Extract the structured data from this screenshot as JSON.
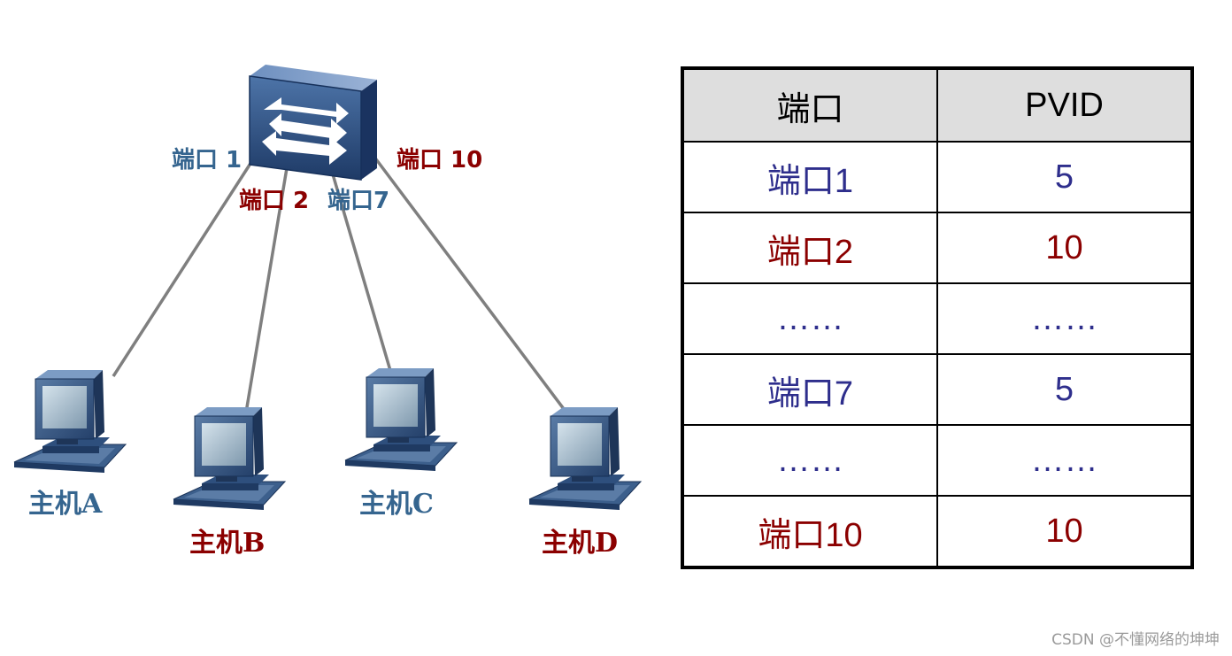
{
  "colors": {
    "blue": "#35658f",
    "red": "#8b0000",
    "tableBlue": "#2e2e8c",
    "line": "#7f7f7f"
  },
  "switch": {
    "icon": "switch-icon"
  },
  "ports": [
    {
      "id": "p1",
      "label": "端口 1",
      "color": "blue"
    },
    {
      "id": "p2",
      "label": "端口 2",
      "color": "red"
    },
    {
      "id": "p7",
      "label": "端口7",
      "color": "blue"
    },
    {
      "id": "p10",
      "label": "端口 10",
      "color": "red"
    }
  ],
  "hosts": [
    {
      "id": "a",
      "label": "主机A",
      "color": "blue",
      "port": "p1",
      "icon": "computer-icon"
    },
    {
      "id": "b",
      "label": "主机B",
      "color": "red",
      "port": "p2",
      "icon": "computer-icon"
    },
    {
      "id": "c",
      "label": "主机C",
      "color": "blue",
      "port": "p7",
      "icon": "computer-icon"
    },
    {
      "id": "d",
      "label": "主机D",
      "color": "red",
      "port": "p10",
      "icon": "computer-icon"
    }
  ],
  "table": {
    "headers": {
      "port": "端口",
      "pvid": "PVID"
    },
    "rows": [
      {
        "port": "端口1",
        "pvid": "5",
        "color": "tableBlue"
      },
      {
        "port": "端口2",
        "pvid": "10",
        "color": "red"
      },
      {
        "port": "……",
        "pvid": "……",
        "color": "tableBlue"
      },
      {
        "port": "端口7",
        "pvid": "5",
        "color": "tableBlue"
      },
      {
        "port": "……",
        "pvid": "……",
        "color": "tableBlue"
      },
      {
        "port": "端口10",
        "pvid": "10",
        "color": "red"
      }
    ]
  },
  "watermark": "CSDN @不懂网络的坤坤"
}
